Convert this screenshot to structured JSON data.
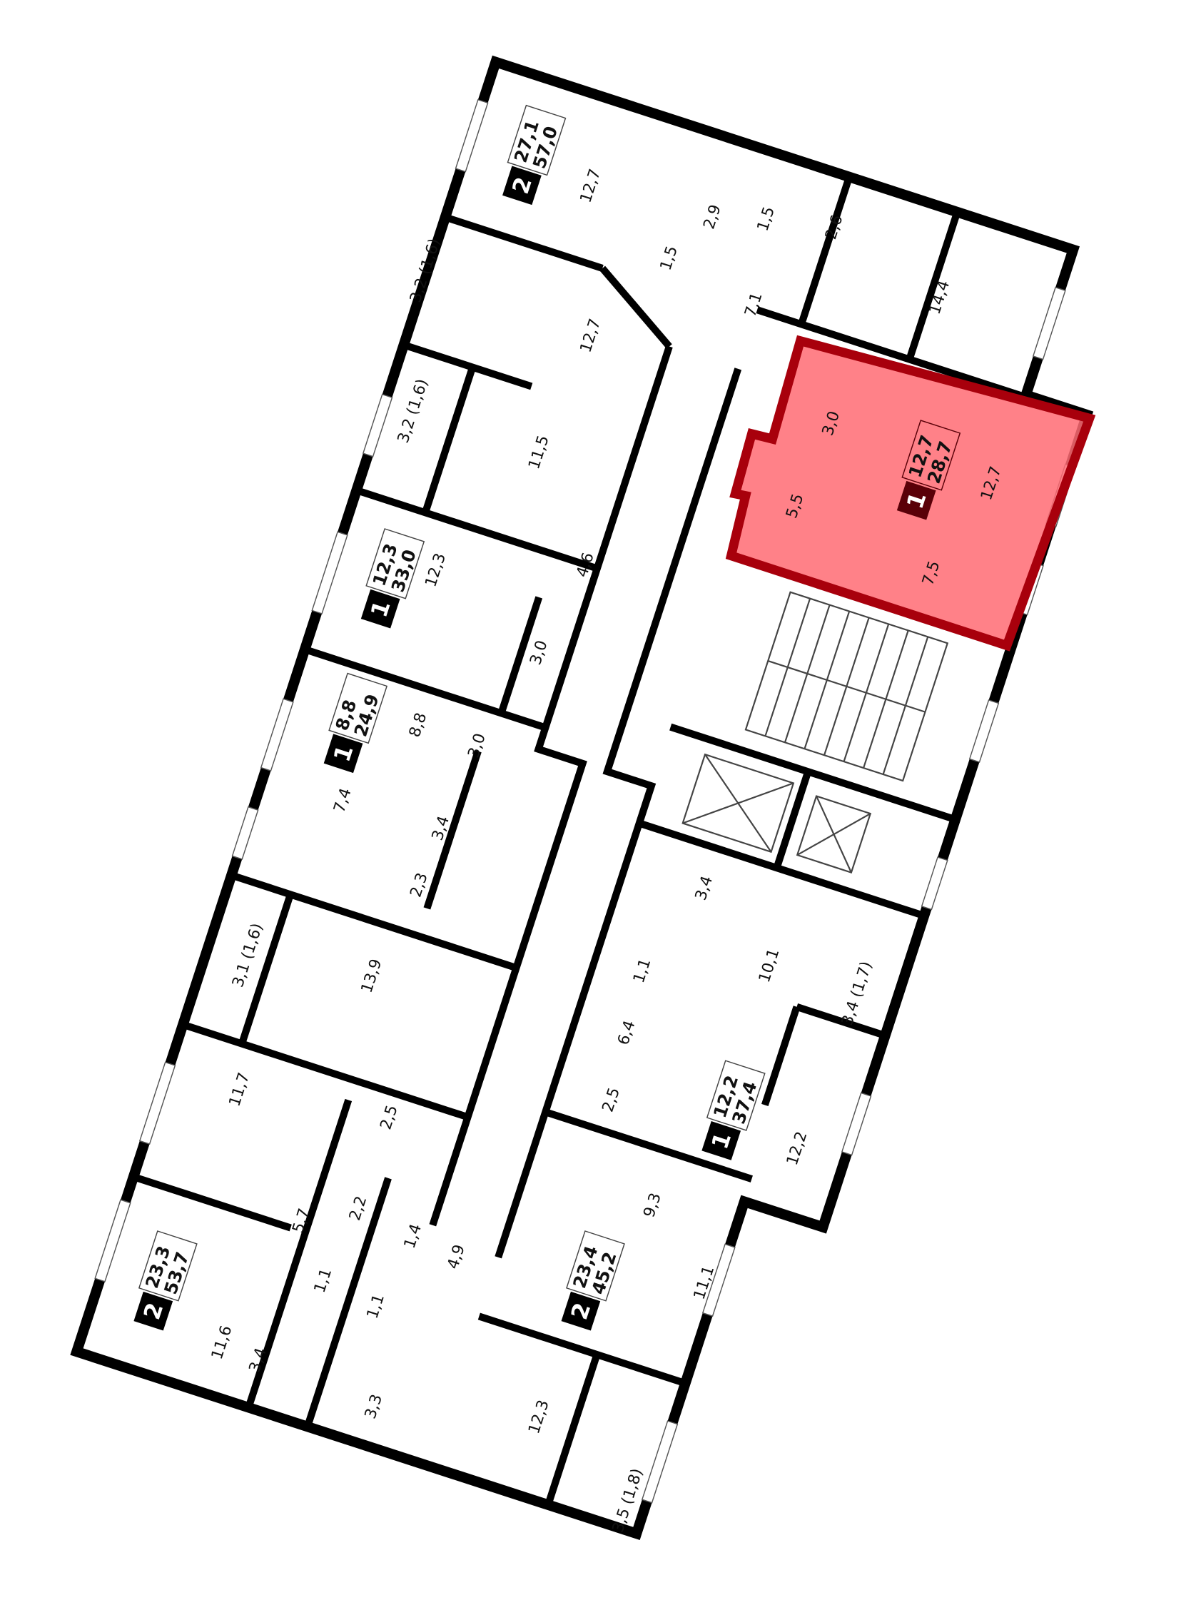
{
  "colors": {
    "highlight_fill": "#ff6b73",
    "highlight_stroke": "#a8000c",
    "wall": "#000000"
  },
  "apartments": [
    {
      "rooms": "2",
      "living": "27,1",
      "total": "57,0"
    },
    {
      "rooms": "1",
      "living": "12,3",
      "total": "33,0"
    },
    {
      "rooms": "1",
      "living": "8,8",
      "total": "24,9"
    },
    {
      "rooms": "1",
      "living": "12,7",
      "total": "28,7",
      "highlighted": true
    },
    {
      "rooms": "1",
      "living": "12,2",
      "total": "37,4"
    },
    {
      "rooms": "2",
      "living": "23,4",
      "total": "45,2"
    },
    {
      "rooms": "2",
      "living": "23,3",
      "total": "53,7"
    }
  ],
  "rooms": [
    "12,7",
    "2,9",
    "1,5",
    "2,6",
    "1,5",
    "7,1",
    "14,4",
    "3,2 (1,6)",
    "12,7",
    "3,2 (1,6)",
    "11,5",
    "3,0",
    "12,7",
    "5,5",
    "7,5",
    "12,3",
    "4,6",
    "3,0",
    "8,8",
    "3,0",
    "7,4",
    "3,4",
    "2,3",
    "3,4",
    "3,1 (1,6)",
    "13,9",
    "10,1",
    "1,1",
    "3,4 (1,7)",
    "6,4",
    "11,7",
    "2,5",
    "2,5",
    "12,2",
    "9,3",
    "2,2",
    "5,7",
    "1,4",
    "4,9",
    "11,1",
    "11,6",
    "1,1",
    "1,1",
    "3,4",
    "3,3",
    "12,3",
    "3,5 (1,8)"
  ]
}
